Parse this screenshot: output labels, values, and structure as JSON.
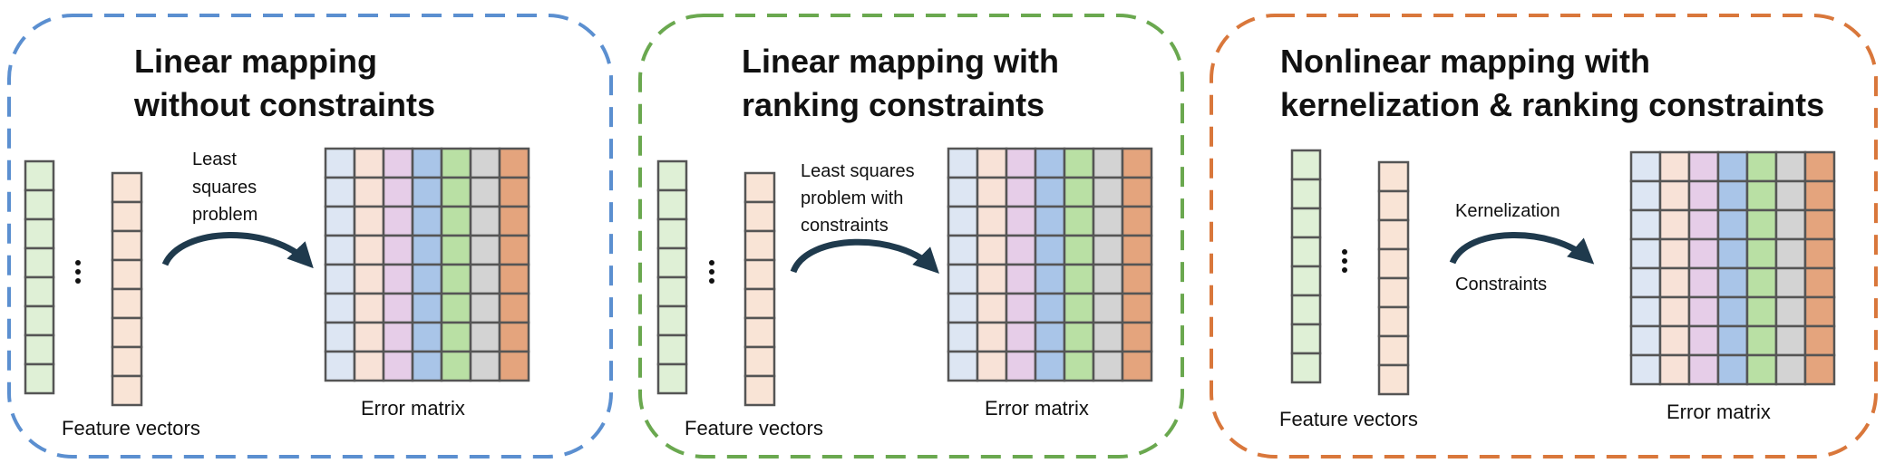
{
  "panels": [
    {
      "title_line1": "Linear mapping",
      "title_line2": "without constraints",
      "arrow_label_lines": [
        "Least",
        "squares",
        "problem"
      ],
      "feature_label": "Feature vectors",
      "matrix_label": "Error matrix",
      "border_color": "#5b8fd0"
    },
    {
      "title_line1": "Linear mapping with",
      "title_line2": "ranking constraints",
      "arrow_label_lines": [
        "Least squares",
        "problem with",
        "constraints"
      ],
      "feature_label": "Feature vectors",
      "matrix_label": "Error matrix",
      "border_color": "#6aa84f"
    },
    {
      "title_line1": "Nonlinear mapping with",
      "title_line2": "kernelization & ranking constraints",
      "arrow_label_above": "Kernelization",
      "arrow_label_below": "Constraints",
      "feature_label": "Feature vectors",
      "matrix_label": "Error matrix",
      "border_color": "#d9773b"
    }
  ],
  "colors": {
    "vector_green": "#dff0d6",
    "vector_peach": "#f9e4d6",
    "matrix_columns": [
      "#dde6f3",
      "#f8e2d7",
      "#e6cde8",
      "#a9c5e8",
      "#b9e0a4",
      "#d3d3d3",
      "#e4a47d"
    ],
    "grid_stroke": "#555555",
    "arrow": "#1f3a4d"
  }
}
